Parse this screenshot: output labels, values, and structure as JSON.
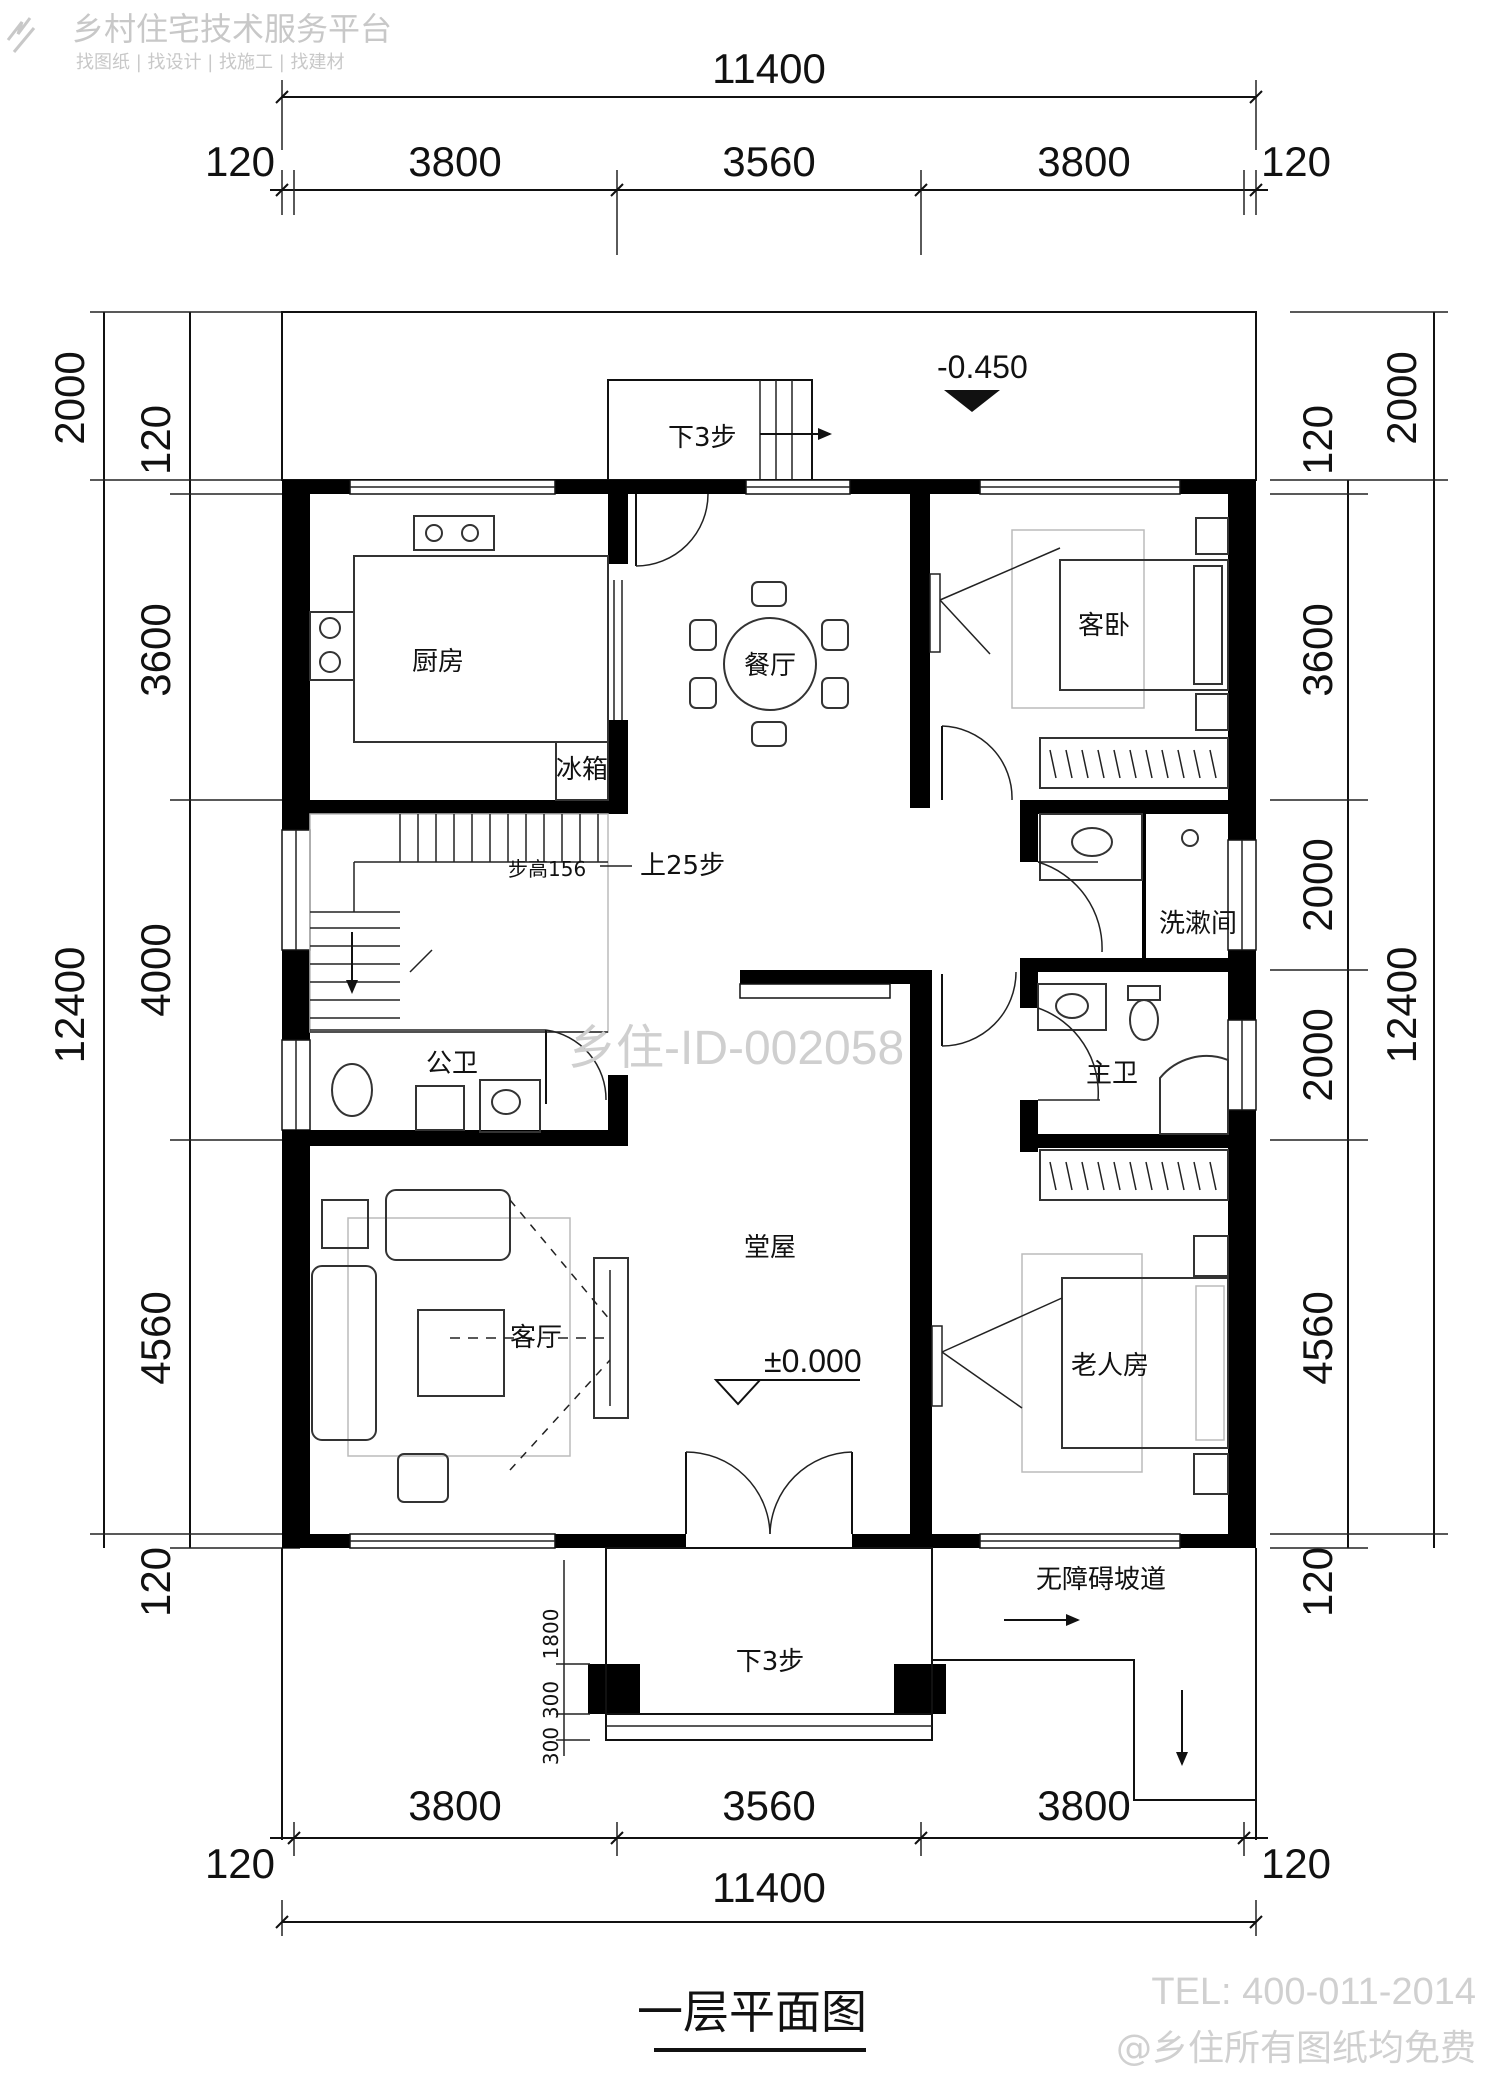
{
  "brand": {
    "name": "乡村住宅技术服务平台",
    "tagline": "找图纸 | 找设计 | 找施工 | 找建材"
  },
  "dimensions": {
    "top_total": "11400",
    "top_segments": [
      "120",
      "3800",
      "3560",
      "3800",
      "120"
    ],
    "bottom_segments": [
      "3800",
      "3560",
      "3800"
    ],
    "bottom_total": "11400",
    "bottom_edges": [
      "120",
      "120"
    ],
    "left_segments": [
      "2000",
      "120",
      "3600",
      "4000",
      "12400",
      "4560",
      "120"
    ],
    "right_segments": [
      "2000",
      "120",
      "3600",
      "2000",
      "2000",
      "12400",
      "4560",
      "120"
    ],
    "porch_small": [
      "1800",
      "300",
      "300"
    ]
  },
  "elevations": {
    "outdoor": "-0.450",
    "indoor": "±0.000"
  },
  "rooms": {
    "kitchen": "厨房",
    "fridge": "冰箱",
    "dining": "餐厅",
    "guest_bedroom": "客卧",
    "washroom": "洗漱间",
    "master_bath": "主卫",
    "public_toilet": "公卫",
    "hall": "堂屋",
    "living_room": "客厅",
    "elder_room": "老人房"
  },
  "annotations": {
    "steps_down_top": "下3步",
    "stairs_up": "上25步",
    "step_height": "步高156",
    "ramp": "无障碍坡道",
    "steps_down_bottom": "下3步"
  },
  "watermark": "乡住-ID-002058",
  "drawing_title": "一层平面图",
  "footer": {
    "tel": "TEL: 400-011-2014",
    "note": "@乡住所有图纸均免费"
  }
}
